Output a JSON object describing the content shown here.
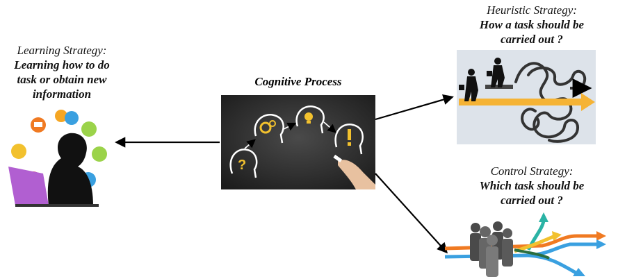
{
  "learning": {
    "title": "Learning Strategy:",
    "desc_lines": [
      "Learning how to do",
      "task or obtain new",
      "information"
    ]
  },
  "cognitive": {
    "title": "Cognitive Process"
  },
  "heuristic": {
    "title": "Heuristic Strategy:",
    "desc_lines": [
      "How a task should be",
      "carried out ?"
    ]
  },
  "control": {
    "title": "Control Strategy:",
    "desc_lines": [
      "Which task should be",
      "carried out ?"
    ]
  },
  "colors": {
    "chalkboard": "#2b2b2b",
    "bulb_yellow": "#f2c12e",
    "arrow_gold": "#f5b335",
    "heuristic_bg": "#dde3ea",
    "laptop_purple": "#b15fd1",
    "orange_line": "#f07a22",
    "teal_line": "#2bb3a5",
    "blue_line": "#3aa0e0"
  }
}
